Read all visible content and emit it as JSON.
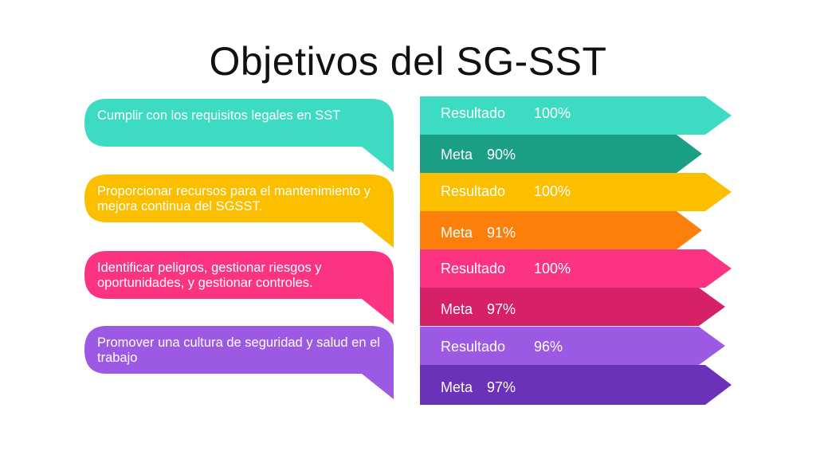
{
  "title": "Objetivos del SG-SST",
  "objectives": [
    {
      "text": "Cumplir con los requisitos legales en SST",
      "color": "#3ddcc2"
    },
    {
      "text": "Proporcionar recursos para el mantenimiento y mejora continua del SGSST.",
      "color": "#fbbf00"
    },
    {
      "text": "Identificar peligros, gestionar riesgos y oportunidades, y gestionar controles.",
      "color": "#fc3382"
    },
    {
      "text": "Promover una cultura de seguridad y salud en el trabajo",
      "color": "#9b59e4"
    }
  ],
  "metrics": [
    {
      "label": "Resultado",
      "value": "100%",
      "color": "#3ddcc2"
    },
    {
      "label": "Meta",
      "value": "90%",
      "color": "#1a9f84"
    },
    {
      "label": "Resultado",
      "value": "100%",
      "color": "#fbbf00"
    },
    {
      "label": "Meta",
      "value": "91%",
      "color": "#fb7f0a"
    },
    {
      "label": "Resultado",
      "value": "100%",
      "color": "#fc3382"
    },
    {
      "label": "Meta",
      "value": "97%",
      "color": "#d62067"
    },
    {
      "label": "Resultado",
      "value": "96%",
      "color": "#9b59e4"
    },
    {
      "label": "Meta",
      "value": "97%",
      "color": "#6a32b8"
    }
  ]
}
